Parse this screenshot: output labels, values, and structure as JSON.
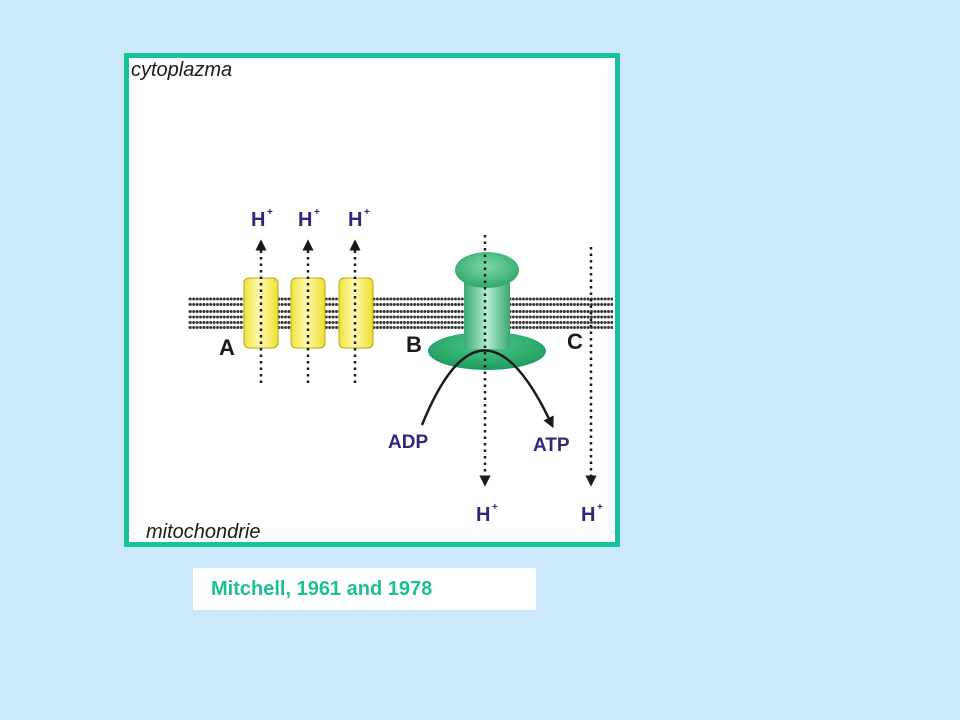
{
  "labels": {
    "top_compartment": "cytoplazma",
    "bottom_compartment": "mitochondrie",
    "protein_a": "A",
    "protein_b": "B",
    "protein_c": "C",
    "proton": "H",
    "proton_charge": "+",
    "substrate": "ADP",
    "product": "ATP"
  },
  "citation": "Mitchell, 1961 and 1978",
  "colors": {
    "background": "#cce9fb",
    "frame_border": "#19c39a",
    "citation_text": "#1fbf96",
    "pump_fill": "#f6ec4a",
    "atp_synthase_fill": "#3fb97d",
    "proton_label": "#2c2a78"
  }
}
